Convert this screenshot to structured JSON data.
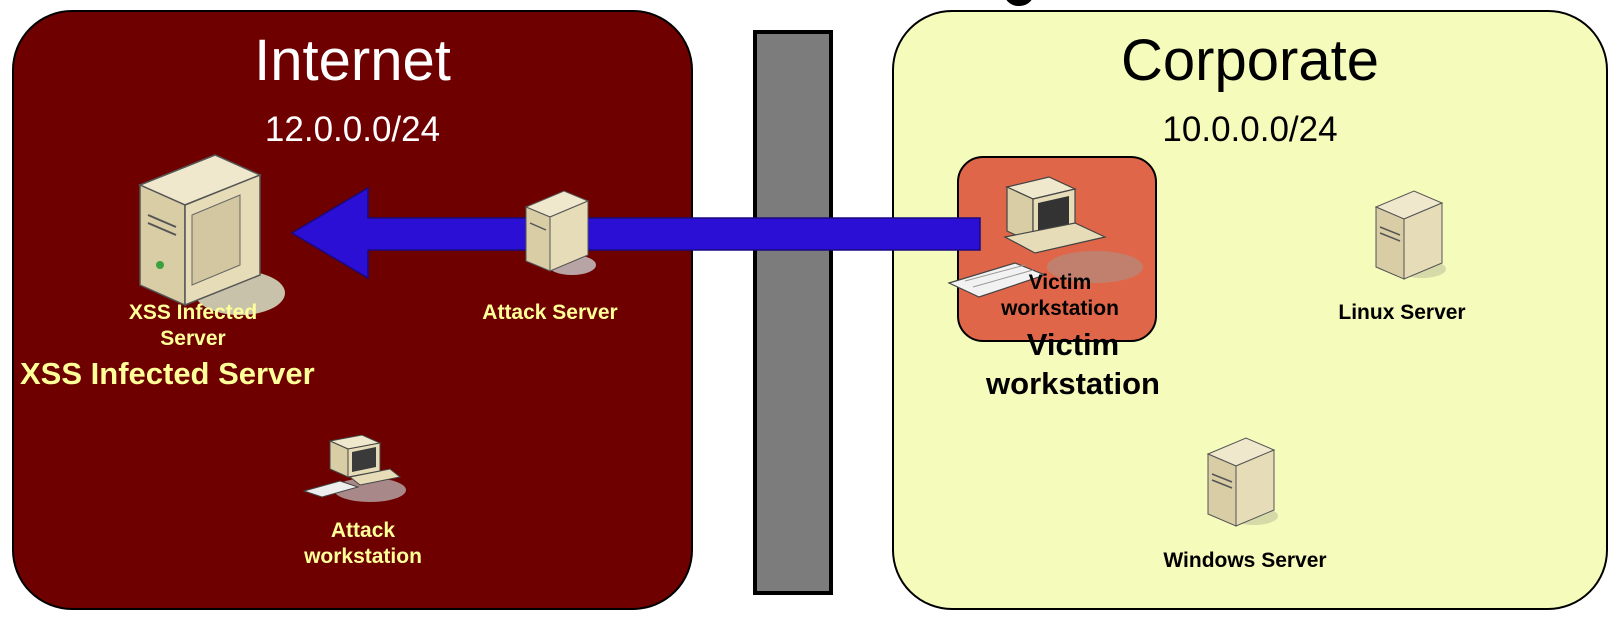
{
  "zones": {
    "internet": {
      "title": "Internet",
      "subnet": "12.0.0.0/24"
    },
    "corporate": {
      "title": "Corporate",
      "subnet": "10.0.0.0/24"
    }
  },
  "nodes": {
    "xss_server": {
      "label_small": "XSS Infected\nServer",
      "label_big": "XSS Infected Server"
    },
    "attack_server": {
      "label": "Attack Server"
    },
    "attack_workstation": {
      "label": "Attack\nworkstation"
    },
    "victim_workstation": {
      "label_small": "Victim\nworkstation",
      "label_big": "Victim\nworkstation"
    },
    "linux_server": {
      "label": "Linux Server"
    },
    "windows_server": {
      "label": "Windows Server"
    }
  },
  "colors": {
    "internet_fill": "#6e0000",
    "corporate_fill": "#f5fbbb",
    "firewall_fill": "#7c7c7c",
    "victim_box_fill": "#e0664a",
    "arrow_fill": "#2b0fd4",
    "label_yellow": "#ffff99"
  }
}
